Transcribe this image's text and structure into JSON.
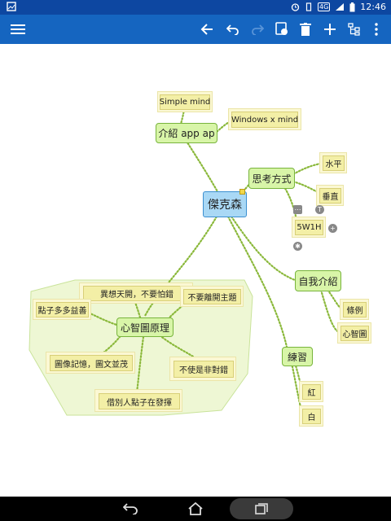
{
  "status": {
    "time": "12:46",
    "net": "4G"
  },
  "toolbar": {
    "menu_icon": "menu-icon",
    "back_icon": "arrow-left-icon",
    "undo_icon": "undo-icon",
    "redo_icon": "redo-icon",
    "style_icon": "paint-icon",
    "delete_icon": "trash-icon",
    "add_icon": "plus-icon",
    "layout_icon": "tree-icon",
    "more_icon": "more-vert-icon"
  },
  "colors": {
    "status_bar": "#0d47a1",
    "toolbar": "#1565c0",
    "main_node": "#d8f5a8",
    "root_node": "#a9d8f5",
    "sub_node": "#f3efa6",
    "connector": "#8ab83a",
    "group": "#eef7d4"
  },
  "mindmap": {
    "root": "傑克森",
    "intro": {
      "label": "介紹 app  ap",
      "children": [
        "Simple mind",
        "Windows x mind"
      ]
    },
    "thinking": {
      "label": "思考方式",
      "children": [
        "水平",
        "垂直",
        "5W1H"
      ]
    },
    "self": {
      "label": "自我介紹",
      "children": [
        "條例",
        "心智圖"
      ]
    },
    "practice": {
      "label": "練習",
      "children": [
        "紅",
        "白"
      ]
    },
    "principles": {
      "label": "心智圖原理",
      "children": [
        "異想天開，不要怕錯",
        "不要離開主題",
        "點子多多益善",
        "圖像記憶，圖文並茂",
        "不使是非對錯",
        "借別人點子在發揮"
      ]
    }
  }
}
